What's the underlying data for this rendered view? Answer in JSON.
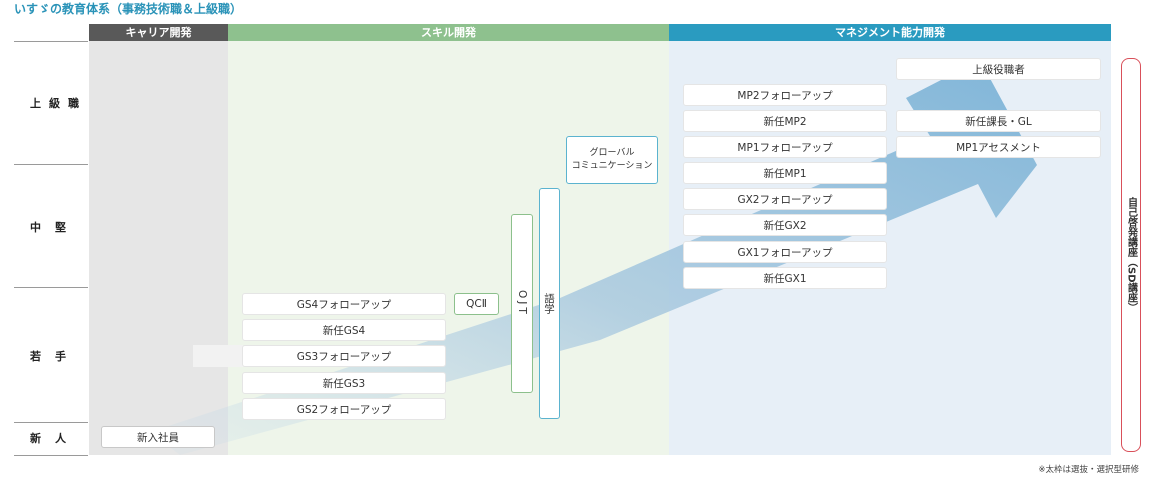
{
  "title": "いすゞの教育体系（事務技術職＆上級職）",
  "columns": {
    "career": "キャリア開発",
    "skill": "スキル開発",
    "management": "マネジメント能力開発"
  },
  "rows": {
    "senior": "上級職",
    "mid": "中堅",
    "young": "若手",
    "new": "新人"
  },
  "career_items": {
    "new_employee": "新入社員"
  },
  "skill_items": {
    "gs4_followup": "GS4フォローアップ",
    "new_gs4": "新任GS4",
    "gs3_followup": "GS3フォローアップ",
    "new_gs3": "新任GS3",
    "gs2_followup": "GS2フォローアップ",
    "qc2": "QCⅡ",
    "ojt": "OJT",
    "language": "語学",
    "global_comm_line1": "グローバル",
    "global_comm_line2": "コミュニケーション"
  },
  "management_items": [
    "MP2フォローアップ",
    "新任MP2",
    "MP1フォローアップ",
    "新任MP1",
    "GX2フォローアップ",
    "新任GX2",
    "GX1フォローアップ",
    "新任GX1"
  ],
  "senior_items": {
    "senior_officer": "上級役職者",
    "new_manager_gl": "新任課長・GL",
    "mp1_assessment": "MP1アセスメント"
  },
  "self_development": "自己啓発講座（SD講座）",
  "footnote": "※太枠は選抜・選択型研修",
  "colors": {
    "title": "#2a93b8",
    "career_header": "#595959",
    "skill_header": "#8cc08c",
    "management_header": "#2a9bc0",
    "career_bg": "#e8e8e8",
    "skill_bg": "#eef5ea",
    "management_bg": "#e8f0f7",
    "arrow": "#9cc2dd",
    "sd_border": "#d9505a"
  }
}
